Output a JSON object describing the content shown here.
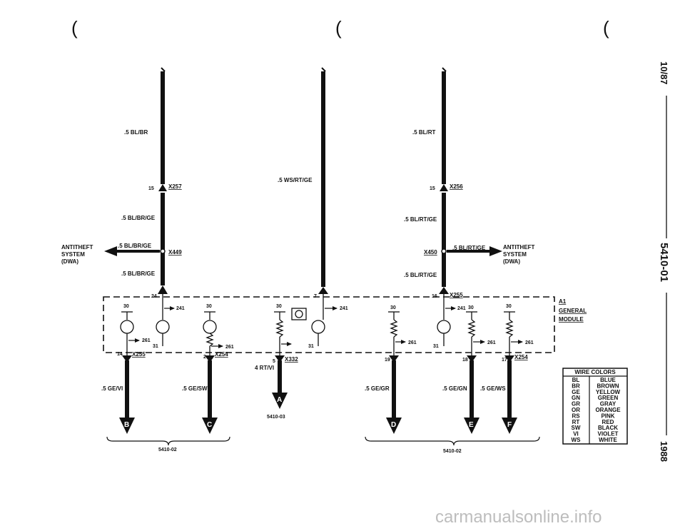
{
  "wires": {
    "bl_br": ".5 BL/BR",
    "bl_br_ge_1": ".5 BL/BR/GE",
    "bl_br_ge_2": ".5 BL/BR/GE",
    "bl_br_ge_3": ".5 BL/BR/GE",
    "ws_rt_ge": ".5 WS/RT/GE",
    "bl_rt": ".5 BL/RT",
    "bl_rt_ge_1": ".5 BL/RT/GE",
    "bl_rt_ge_2": ".5 BL/RT/GE",
    "bl_rt_ge_3": ".5 BL/RT/GE",
    "ge_vi": ".5 GE/VI",
    "ge_sw": ".5 GE/SW",
    "rt_vi": "4 RT/VI",
    "ge_gr": ".5 GE/GR",
    "ge_gn": ".5 GE/GN",
    "ge_ws": ".5 GE/WS"
  },
  "connectors": {
    "x257": "X257",
    "x256": "X256",
    "x449": "X449",
    "x450": "X450",
    "x255_top": "X255",
    "x255_bot": "X255",
    "x254_1": "X254",
    "x254_2": "X254",
    "x332": "X332"
  },
  "pins": {
    "p15a": "15",
    "p15b": "15",
    "p24": "24",
    "p7": "7",
    "p16": "16",
    "p14": "14",
    "p2": "2",
    "p5": "5",
    "p19": "19",
    "p18": "18",
    "p17": "17"
  },
  "terminals": {
    "t30": "30",
    "t241": "241",
    "t261": "261",
    "t31": "31"
  },
  "antitheft": {
    "line1": "ANTITHEFT",
    "line2": "SYSTEM",
    "line3": "(DWA)"
  },
  "module": {
    "id": "A1",
    "name1": "GENERAL",
    "name2": "MODULE"
  },
  "destinations": {
    "a": "A",
    "b": "B",
    "c": "C",
    "d": "D",
    "e": "E",
    "f": "F"
  },
  "refs": {
    "ref_a": "5410-03",
    "ref_left": "5410-02",
    "ref_right": "5410-02"
  },
  "side": {
    "date": "10/87",
    "doc": "5410-01",
    "year": "1988"
  },
  "wire_colors": {
    "title": "WIRE COLORS",
    "rows": [
      {
        "code": "BL",
        "name": "BLUE"
      },
      {
        "code": "BR",
        "name": "BROWN"
      },
      {
        "code": "GE",
        "name": "YELLOW"
      },
      {
        "code": "GN",
        "name": "GREEN"
      },
      {
        "code": "GR",
        "name": "GRAY"
      },
      {
        "code": "OR",
        "name": "ORANGE"
      },
      {
        "code": "RS",
        "name": "PINK"
      },
      {
        "code": "RT",
        "name": "RED"
      },
      {
        "code": "SW",
        "name": "BLACK"
      },
      {
        "code": "VI",
        "name": "VIOLET"
      },
      {
        "code": "WS",
        "name": "WHITE"
      }
    ]
  },
  "watermark": "carmanualsonline.info"
}
